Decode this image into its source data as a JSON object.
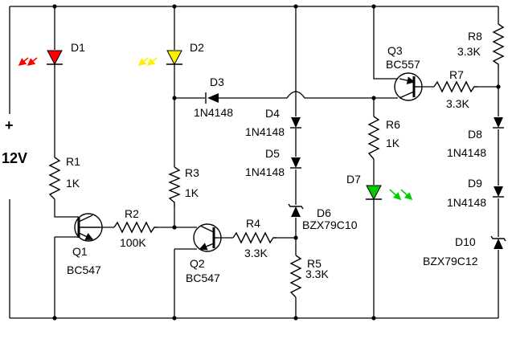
{
  "supply": {
    "plus": "+",
    "voltage": "12V"
  },
  "components": {
    "D1": {
      "ref": "D1",
      "color": "#ff0000"
    },
    "D2": {
      "ref": "D2",
      "color": "#ffee00"
    },
    "D3": {
      "ref": "D3",
      "value": "1N4148"
    },
    "D4": {
      "ref": "D4",
      "value": "1N4148"
    },
    "D5": {
      "ref": "D5",
      "value": "1N4148"
    },
    "D6": {
      "ref": "D6",
      "value": "BZX79C10"
    },
    "D7": {
      "ref": "D7",
      "color": "#00cc00"
    },
    "D8": {
      "ref": "D8",
      "value": "1N4148"
    },
    "D9": {
      "ref": "D9",
      "value": "1N4148"
    },
    "D10": {
      "ref": "D10",
      "value": "BZX79C12"
    },
    "R1": {
      "ref": "R1",
      "value": "1K"
    },
    "R2": {
      "ref": "R2",
      "value": "100K"
    },
    "R3": {
      "ref": "R3",
      "value": "1K"
    },
    "R4": {
      "ref": "R4",
      "value": "3.3K"
    },
    "R5": {
      "ref": "R5",
      "value": "3.3K"
    },
    "R6": {
      "ref": "R6",
      "value": "1K"
    },
    "R7": {
      "ref": "R7",
      "value": "3.3K"
    },
    "R8": {
      "ref": "R8",
      "value": "3.3K"
    },
    "Q1": {
      "ref": "Q1",
      "value": "BC547"
    },
    "Q2": {
      "ref": "Q2",
      "value": "BC547"
    },
    "Q3": {
      "ref": "Q3",
      "value": "BC557"
    }
  }
}
